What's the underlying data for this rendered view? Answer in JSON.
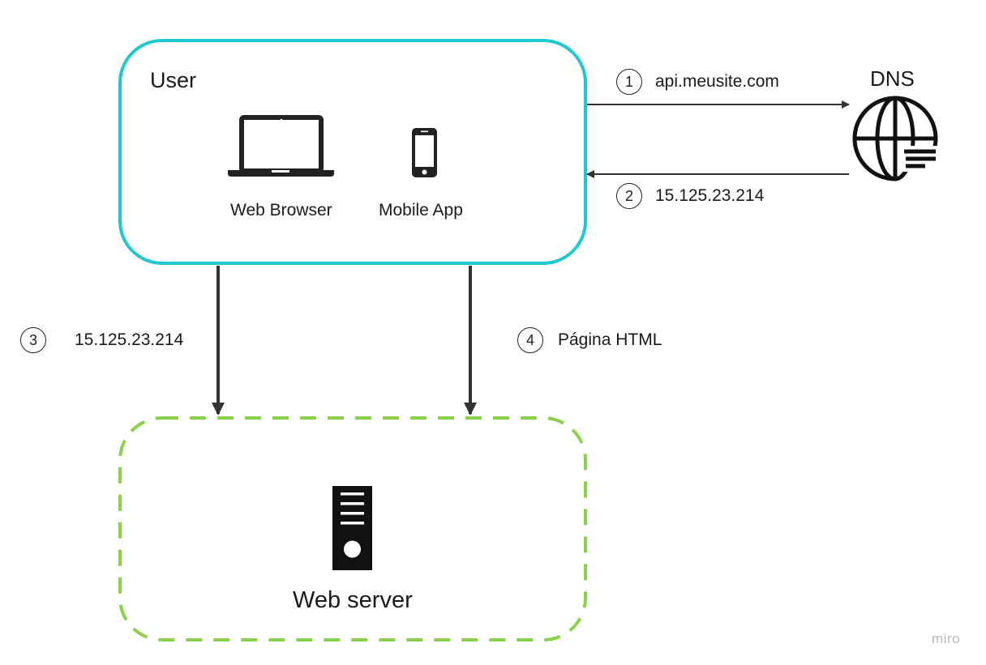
{
  "user_box": {
    "title": "User",
    "devices": [
      {
        "label": "Web Browser",
        "icon": "laptop-icon"
      },
      {
        "label": "Mobile App",
        "icon": "smartphone-icon"
      }
    ],
    "border_color": "#1ec8cf"
  },
  "dns": {
    "title": "DNS",
    "icon": "globe-icon"
  },
  "server_box": {
    "title": "Web server",
    "icon": "server-icon",
    "border_color": "#8cd14e"
  },
  "steps": [
    {
      "number": "1",
      "label": "api.meusite.com"
    },
    {
      "number": "2",
      "label": "15.125.23.214"
    },
    {
      "number": "3",
      "label": "15.125.23.214"
    },
    {
      "number": "4",
      "label": "Página HTML"
    }
  ],
  "branding": {
    "text": "miro"
  }
}
